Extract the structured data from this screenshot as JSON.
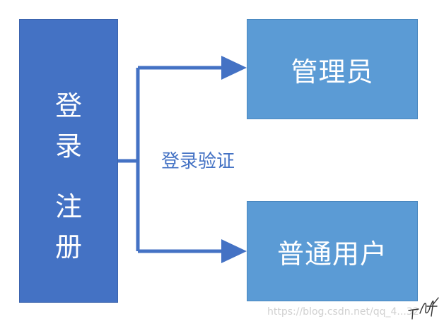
{
  "left_box": {
    "chars": [
      "登",
      "录",
      "注",
      "册"
    ]
  },
  "targets": {
    "admin": "管理员",
    "user": "普通用户"
  },
  "edge_label": "登录验证",
  "watermark": "https://blog.csdn.net/qq_4...32",
  "colors": {
    "left_box": "#4472c4",
    "right_box": "#5b9bd5",
    "arrow": "#4472c4",
    "label": "#4472c4"
  }
}
